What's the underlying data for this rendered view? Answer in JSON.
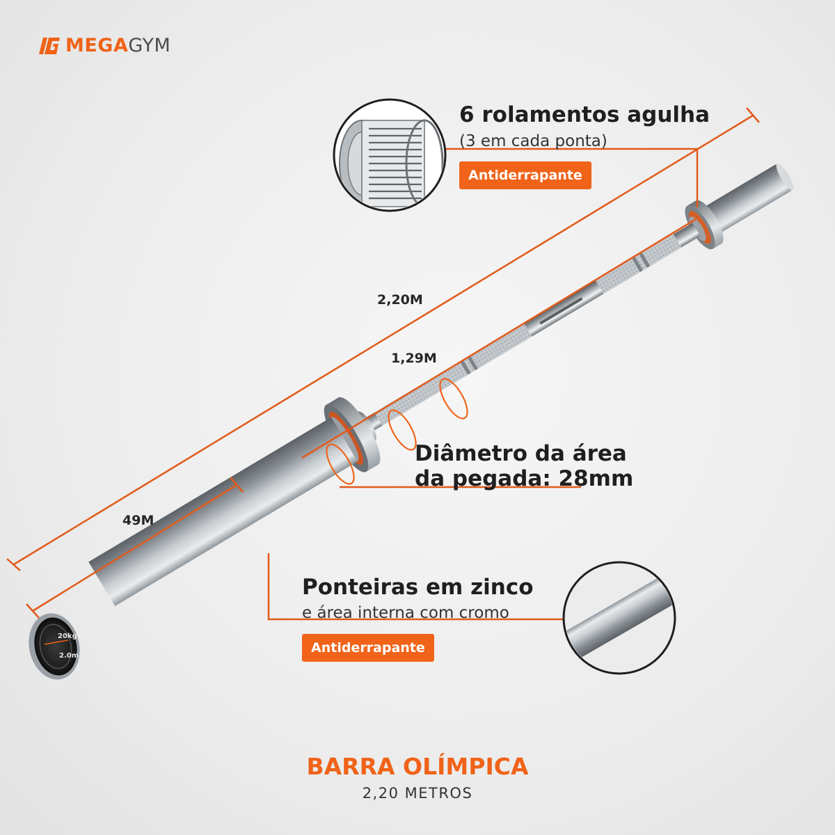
{
  "brand": {
    "mega": "MEGA",
    "gym": "GYM",
    "logo_icon": "megagym-logo-icon"
  },
  "measurements": {
    "total_length": "2,20M",
    "grip_length": "1,29M",
    "sleeve_length": "49M"
  },
  "bearings": {
    "title": "6 rolamentos agulha",
    "subtitle": "(3 em cada ponta)",
    "badge": "Antiderrapante"
  },
  "grip": {
    "line1": "Diâmetro da área",
    "line2": "da pegada: 28mm"
  },
  "sleeves": {
    "title": "Ponteiras em zinco",
    "subtitle": "e área interna com cromo",
    "badge": "Antiderrapante"
  },
  "end_cap": {
    "weight": "20kg",
    "length": "2.0m"
  },
  "footer": {
    "title": "BARRA OLÍMPICA",
    "subtitle": "2,20 METROS"
  },
  "colors": {
    "accent": "#f06318",
    "text": "#262626",
    "background": "#ececec"
  }
}
